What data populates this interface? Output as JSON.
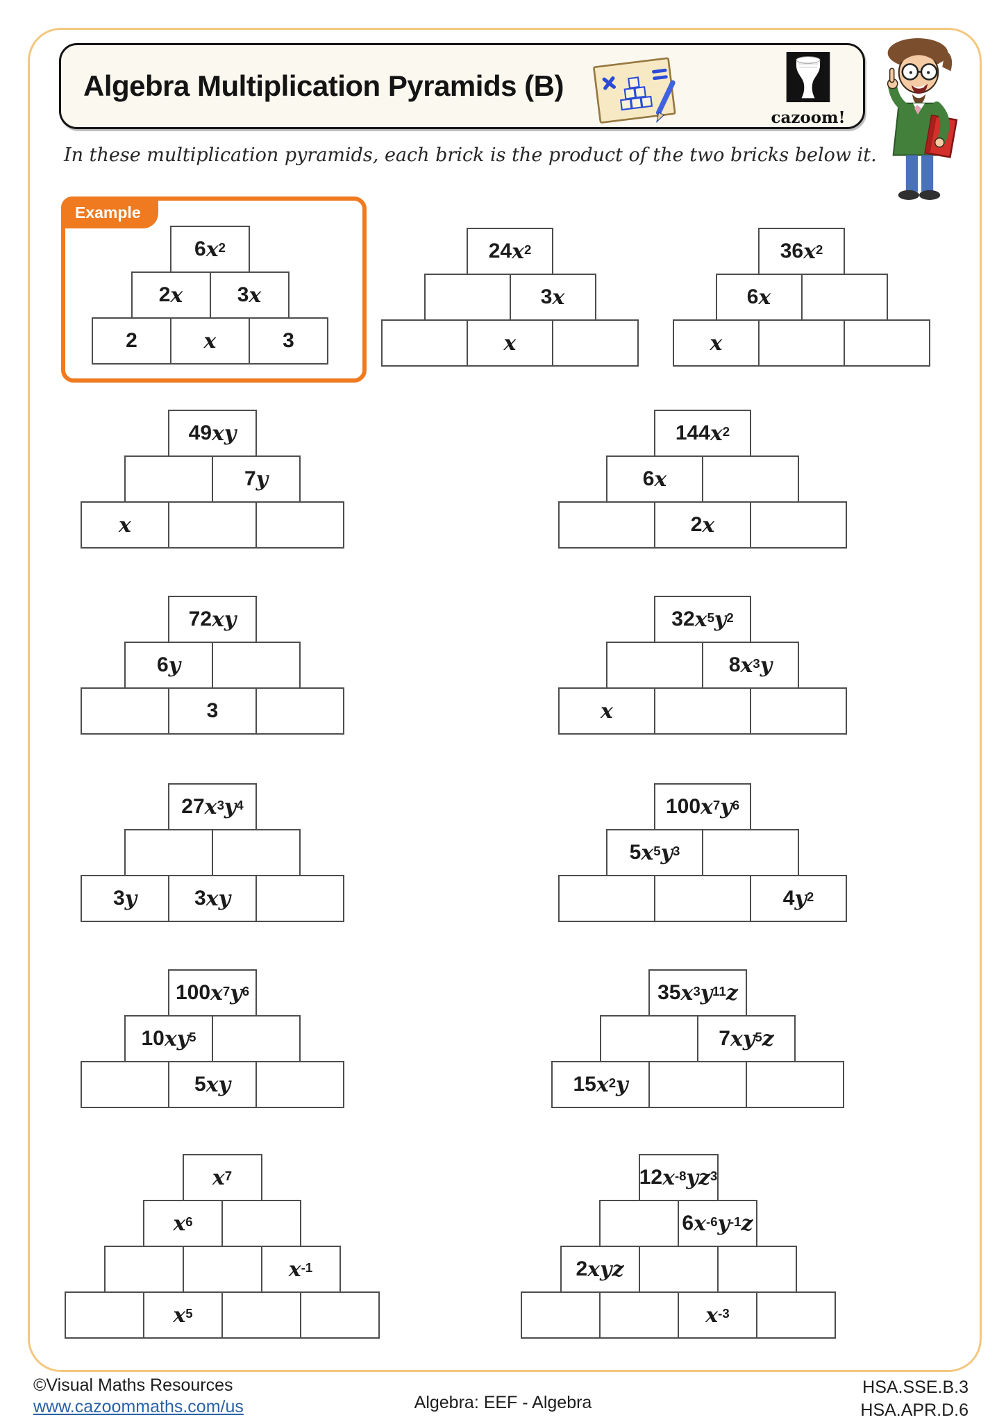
{
  "header": {
    "title": "Algebra Multiplication Pyramids (B)",
    "logo_text": "cazoom!"
  },
  "instruction": "In these multiplication pyramids, each brick is the product of the two bricks below it.",
  "example_label": "Example",
  "pyramids": [
    {
      "rows": [
        [
          "6x²"
        ],
        [
          "2x",
          "3x"
        ],
        [
          "2",
          "x",
          "3"
        ]
      ]
    },
    {
      "rows": [
        [
          "24x²"
        ],
        [
          "",
          "3x"
        ],
        [
          "",
          "x",
          ""
        ]
      ]
    },
    {
      "rows": [
        [
          "36x²"
        ],
        [
          "6x",
          ""
        ],
        [
          "x",
          "",
          ""
        ]
      ]
    },
    {
      "rows": [
        [
          "49xy"
        ],
        [
          "",
          "7y"
        ],
        [
          "x",
          "",
          ""
        ]
      ]
    },
    {
      "rows": [
        [
          "144x²"
        ],
        [
          "6x",
          ""
        ],
        [
          "",
          "2x",
          ""
        ]
      ]
    },
    {
      "rows": [
        [
          "72xy"
        ],
        [
          "6y",
          ""
        ],
        [
          "",
          "3",
          ""
        ]
      ]
    },
    {
      "rows": [
        [
          "32x⁵y²"
        ],
        [
          "",
          "8x³y"
        ],
        [
          "x",
          "",
          ""
        ]
      ]
    },
    {
      "rows": [
        [
          "27x³y⁴"
        ],
        [
          "",
          ""
        ],
        [
          "3y",
          "3xy",
          ""
        ]
      ]
    },
    {
      "rows": [
        [
          "100x⁷y⁶"
        ],
        [
          "5x⁵y³",
          ""
        ],
        [
          "",
          "",
          "4y²"
        ]
      ]
    },
    {
      "rows": [
        [
          "100x⁷y⁶"
        ],
        [
          "10xy⁵",
          ""
        ],
        [
          "",
          "5xy",
          ""
        ]
      ]
    },
    {
      "rows": [
        [
          "35x³y¹¹z"
        ],
        [
          "",
          "7xy⁵z"
        ],
        [
          "15x²y",
          "",
          ""
        ]
      ]
    },
    {
      "rows": [
        [
          "x⁷"
        ],
        [
          "x⁶",
          ""
        ],
        [
          "",
          "",
          "x⁻¹"
        ],
        [
          "",
          "x⁵",
          "",
          ""
        ]
      ]
    },
    {
      "rows": [
        [
          "12x⁻⁸yz³"
        ],
        [
          "",
          "6x⁻⁶y⁻¹z"
        ],
        [
          "2xyz",
          "",
          ""
        ],
        [
          "",
          "",
          "x⁻³",
          ""
        ]
      ]
    }
  ],
  "footer": {
    "copyright": "©Visual Maths Resources",
    "url": "www.cazoommaths.com/us",
    "center": "Algebra: EEF - Algebra",
    "standards": [
      "HSA.SSE.B.3",
      "HSA.APR.D.6"
    ]
  },
  "colors": {
    "accent_orange": "#EF7A20",
    "page_border": "#F3C77E",
    "link_blue": "#2A62A8"
  }
}
